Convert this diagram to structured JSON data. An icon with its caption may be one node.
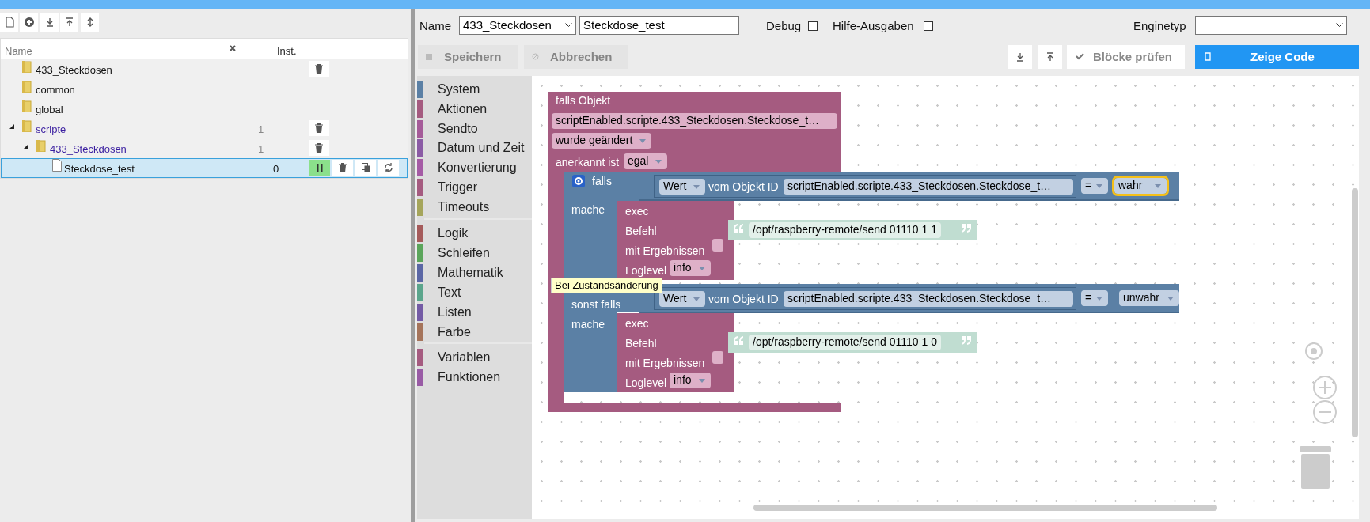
{
  "diagram": {
    "nodes": [
      {
        "text": [
          "falls Objekt",
          "anerkannt ist"
        ]
      },
      {
        "text": [
          "scriptEnabled.scripte.433_Steckdosen.Steckdose_t…"
        ],
        "in": 0
      },
      {
        "text": [
          "wurde geändert"
        ],
        "in": 0
      },
      {
        "text": [
          "egal"
        ],
        "in": 0
      },
      {
        "text": [
          "falls",
          "mache",
          "sonst falls",
          "mache"
        ],
        "in": 0
      },
      {
        "text": [],
        "shape": "box"
      },
      {
        "text": [
          "vom Objekt ID"
        ],
        "in": 5
      },
      {
        "text": [
          "Wert"
        ],
        "in": 6
      },
      {
        "text": [
          "scriptEnabled.scripte.433_Steckdosen.Steckdose_t…"
        ],
        "in": 6
      },
      {
        "text": [
          "="
        ],
        "in": 5
      },
      {
        "text": [
          "wahr"
        ],
        "in": 5
      },
      {
        "text": [
          "exec",
          "Befehl",
          "mit Ergebnissen",
          "Loglevel"
        ],
        "in": 0
      },
      {
        "text": [],
        "shape": "box",
        "in": 11
      },
      {
        "text": [
          "info"
        ],
        "in": 11
      },
      {
        "text": [
          "/opt/raspberry-remote/send 01110 1 1"
        ]
      },
      {
        "text": [],
        "shape": "box"
      },
      {
        "text": [
          "vom Objekt ID"
        ],
        "in": 15
      },
      {
        "text": [
          "Wert"
        ],
        "in": 16
      },
      {
        "text": [
          "scriptEnabled.scripte.433_Steckdosen.Steckdose_t…"
        ],
        "in": 16
      },
      {
        "text": [
          "="
        ],
        "in": 15
      },
      {
        "text": [
          "unwahr"
        ],
        "in": 15
      },
      {
        "text": [
          "exec",
          "Befehl",
          "mit Ergebnissen",
          "Loglevel"
        ],
        "in": 0
      },
      {
        "text": [],
        "shape": "box",
        "in": 21
      },
      {
        "text": [
          "info"
        ],
        "in": 21
      },
      {
        "text": [
          "/opt/raspberry-remote/send 01110 1 0"
        ]
      }
    ],
    "edges": [],
    "labels": [
      "Name",
      "Inst.",
      "433_Steckdosen",
      "common",
      "global",
      "scripte",
      "1",
      "433_Steckdosen",
      "1",
      "Steckdose_test",
      "0",
      "Name",
      "433_Steckdosen",
      "Steckdose_test",
      "Debug",
      "Hilfe-Ausgaben",
      "Enginetyp",
      "Speichern",
      "Abbrechen",
      "Blöcke prüfen",
      "Zeige Code",
      "System",
      "Aktionen",
      "Sendto",
      "Datum und Zeit",
      "Konvertierung",
      "Trigger",
      "Timeouts",
      "Logik",
      "Schleifen",
      "Mathematik",
      "Text",
      "Listen",
      "Farbe",
      "Variablen",
      "Funktionen",
      "Bei Zustandsänderung"
    ]
  }
}
